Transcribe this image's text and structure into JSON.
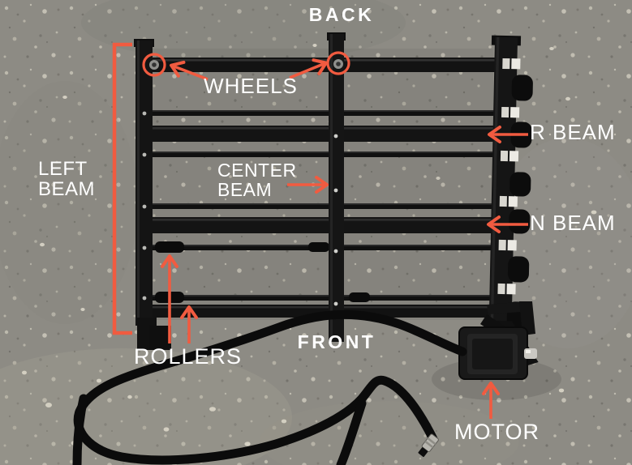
{
  "annotations": {
    "back": "BACK",
    "front": "FRONT",
    "wheels": "WHEELS",
    "left_beam": {
      "line1": "LEFT",
      "line2": "BEAM"
    },
    "center_beam": {
      "line1": "CENTER",
      "line2": "BEAM"
    },
    "r_beam": "R BEAM",
    "n_beam": "N BEAM",
    "rollers": "ROLLERS",
    "motor": "MOTOR"
  },
  "colors": {
    "annotation_orange": "#f15b40",
    "label_white": "#ffffff",
    "floor_gray": "#8d8b84",
    "frame_black": "#141414"
  }
}
